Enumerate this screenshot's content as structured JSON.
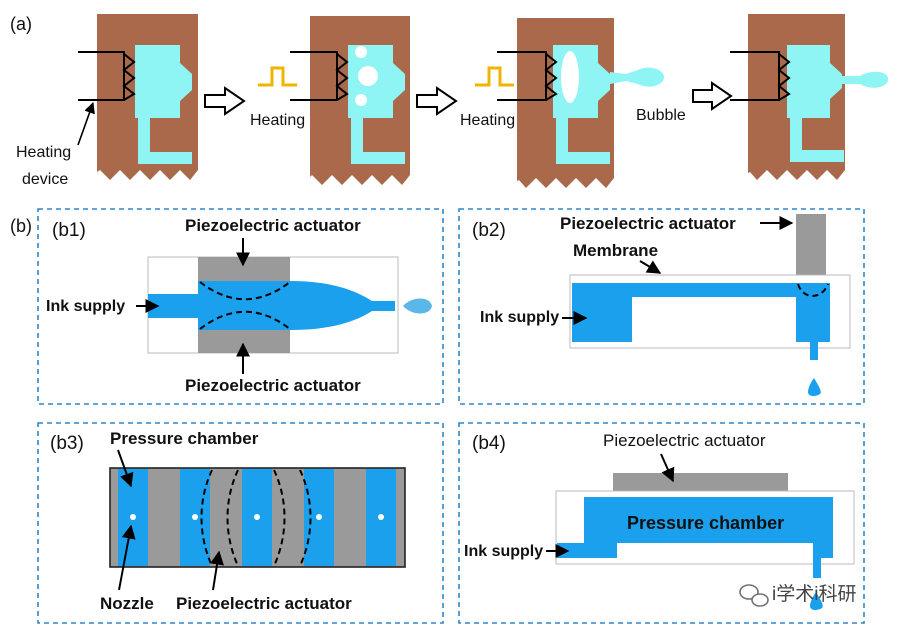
{
  "panel_a": {
    "label": "(a)",
    "heating_device": [
      "Heating",
      "device"
    ],
    "heating_1": "Heating",
    "heating_2": "Heating",
    "bubble": "Bubble"
  },
  "panel_b": {
    "label": "(b)",
    "b1": {
      "label": "(b1)",
      "actuator_top": "Piezoelectric actuator",
      "actuator_bottom": "Piezoelectric actuator",
      "ink_supply": "Ink supply"
    },
    "b2": {
      "label": "(b2)",
      "actuator": "Piezoelectric actuator",
      "membrane": "Membrane",
      "ink_supply": "Ink supply"
    },
    "b3": {
      "label": "(b3)",
      "pressure_chamber": "Pressure chamber",
      "nozzle": "Nozzle",
      "actuator": "Piezoelectric actuator"
    },
    "b4": {
      "label": "(b4)",
      "actuator": "Piezoelectric actuator",
      "pressure_chamber": "Pressure chamber",
      "ink_supply": "Ink supply"
    }
  },
  "watermark": "i学术i科研",
  "colors": {
    "substrate": "#a9694a",
    "ink_light": "#8ff4f4",
    "ink_blue": "#1aa0ec",
    "actuator": "#9a9a9a",
    "pulse": "#f0b400",
    "panel_border": "#2e86c8"
  }
}
